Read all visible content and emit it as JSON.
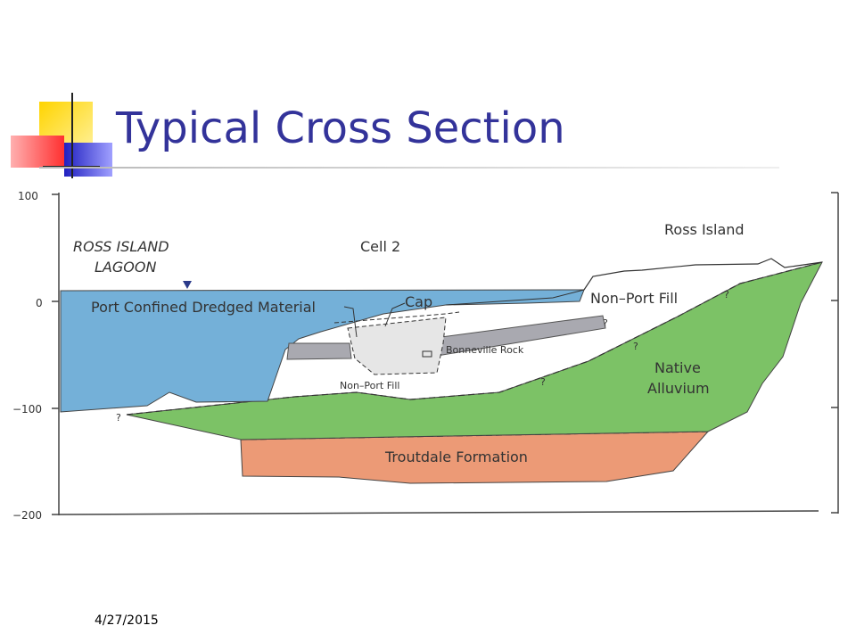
{
  "slide": {
    "title": "Typical Cross Section",
    "date": "4/27/2015"
  },
  "diagram": {
    "axis_ticks": [
      "100",
      "0",
      "−100",
      "−200"
    ],
    "labels": {
      "lagoon_line1": "ROSS ISLAND",
      "lagoon_line2": "LAGOON",
      "cell": "Cell 2",
      "ross_island": "Ross Island",
      "port_confined": "Port Confined Dredged Material",
      "cap": "Cap",
      "non_port_fill_upper": "Non–Port Fill",
      "bonneville_rock": "Bonneville Rock",
      "non_port_fill_lower": "Non–Port Fill",
      "native": "Native",
      "alluvium": "Alluvium",
      "troutdale": "Troutdale Formation",
      "q": "?"
    },
    "colors": {
      "dredged": "#74b0d8",
      "alluvium": "#7cc266",
      "troutdale": "#ec9a76",
      "rock": "#a9a9b0",
      "title": "#33339a"
    }
  }
}
